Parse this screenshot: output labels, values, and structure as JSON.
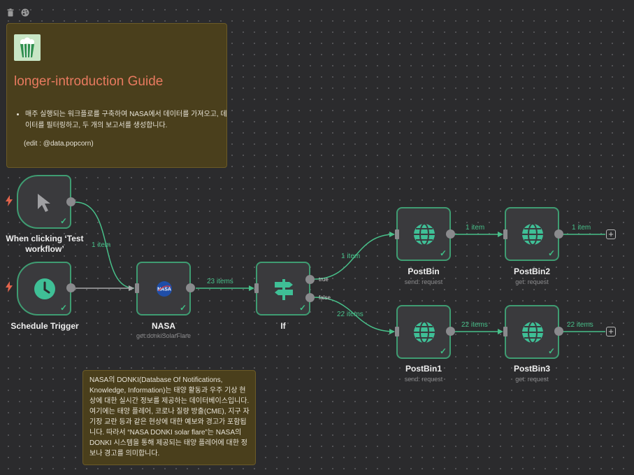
{
  "toolbar": {
    "delete_icon": "trash-icon",
    "palette_icon": "palette-icon"
  },
  "notes": {
    "intro": {
      "title": "longer-introduction Guide",
      "bullet": "매주 실행되는 워크플로를 구축하여 NASA에서 데이터를 가져오고, 데이터를 필터링하고, 두 개의 보고서를 생성합니다.",
      "edit": "(edit : @data.popcorn)"
    },
    "donki": {
      "text": "NASA의 DONKI(Database Of Notifications, Knowledge, Information)는 태양 활동과 우주 기상 현상에 대한 실시간 정보를 제공하는 데이터베이스입니다. 여기에는 태양 플레어, 코로나 질량 방출(CME), 지구 자기장 교란 등과 같은 현상에 대한 예보와 경고가 포함됩니다. 따라서 “NASA DONKI solar flare”는 NASA의 DONKI 시스템을 통해 제공되는 태양 플레어에 대한 정보나 경고를 의미합니다."
    }
  },
  "nodes": {
    "manual": {
      "label": "When clicking ‘Test workflow’",
      "icon": "cursor-icon"
    },
    "schedule": {
      "label": "Schedule Trigger",
      "icon": "clock-icon"
    },
    "nasa": {
      "label": "NASA",
      "sub": "get:donkiSolarFlare",
      "icon": "nasa-logo-icon"
    },
    "if": {
      "label": "If",
      "icon": "signpost-icon",
      "true_label": "true",
      "false_label": "false"
    },
    "postbin": {
      "label": "PostBin",
      "sub": "send: request",
      "icon": "globe-icon"
    },
    "postbin2": {
      "label": "PostBin2",
      "sub": "get: request",
      "icon": "globe-icon"
    },
    "postbin1": {
      "label": "PostBin1",
      "sub": "send: request",
      "icon": "globe-icon"
    },
    "postbin3": {
      "label": "PostBin3",
      "sub": "get: request",
      "icon": "globe-icon"
    }
  },
  "edges": {
    "manual_to_nasa": "1 item",
    "nasa_to_if": "23 items",
    "if_true_to_postbin": "1 item",
    "postbin_to_postbin2": "1 item",
    "postbin2_out": "1 item",
    "if_false_to_postbin1": "22 items",
    "postbin1_to_postbin3": "22 items",
    "postbin3_out": "22 items"
  },
  "colors": {
    "success": "#3fbf86",
    "trigger": "#e2644c",
    "accent": "#e87a5f"
  }
}
